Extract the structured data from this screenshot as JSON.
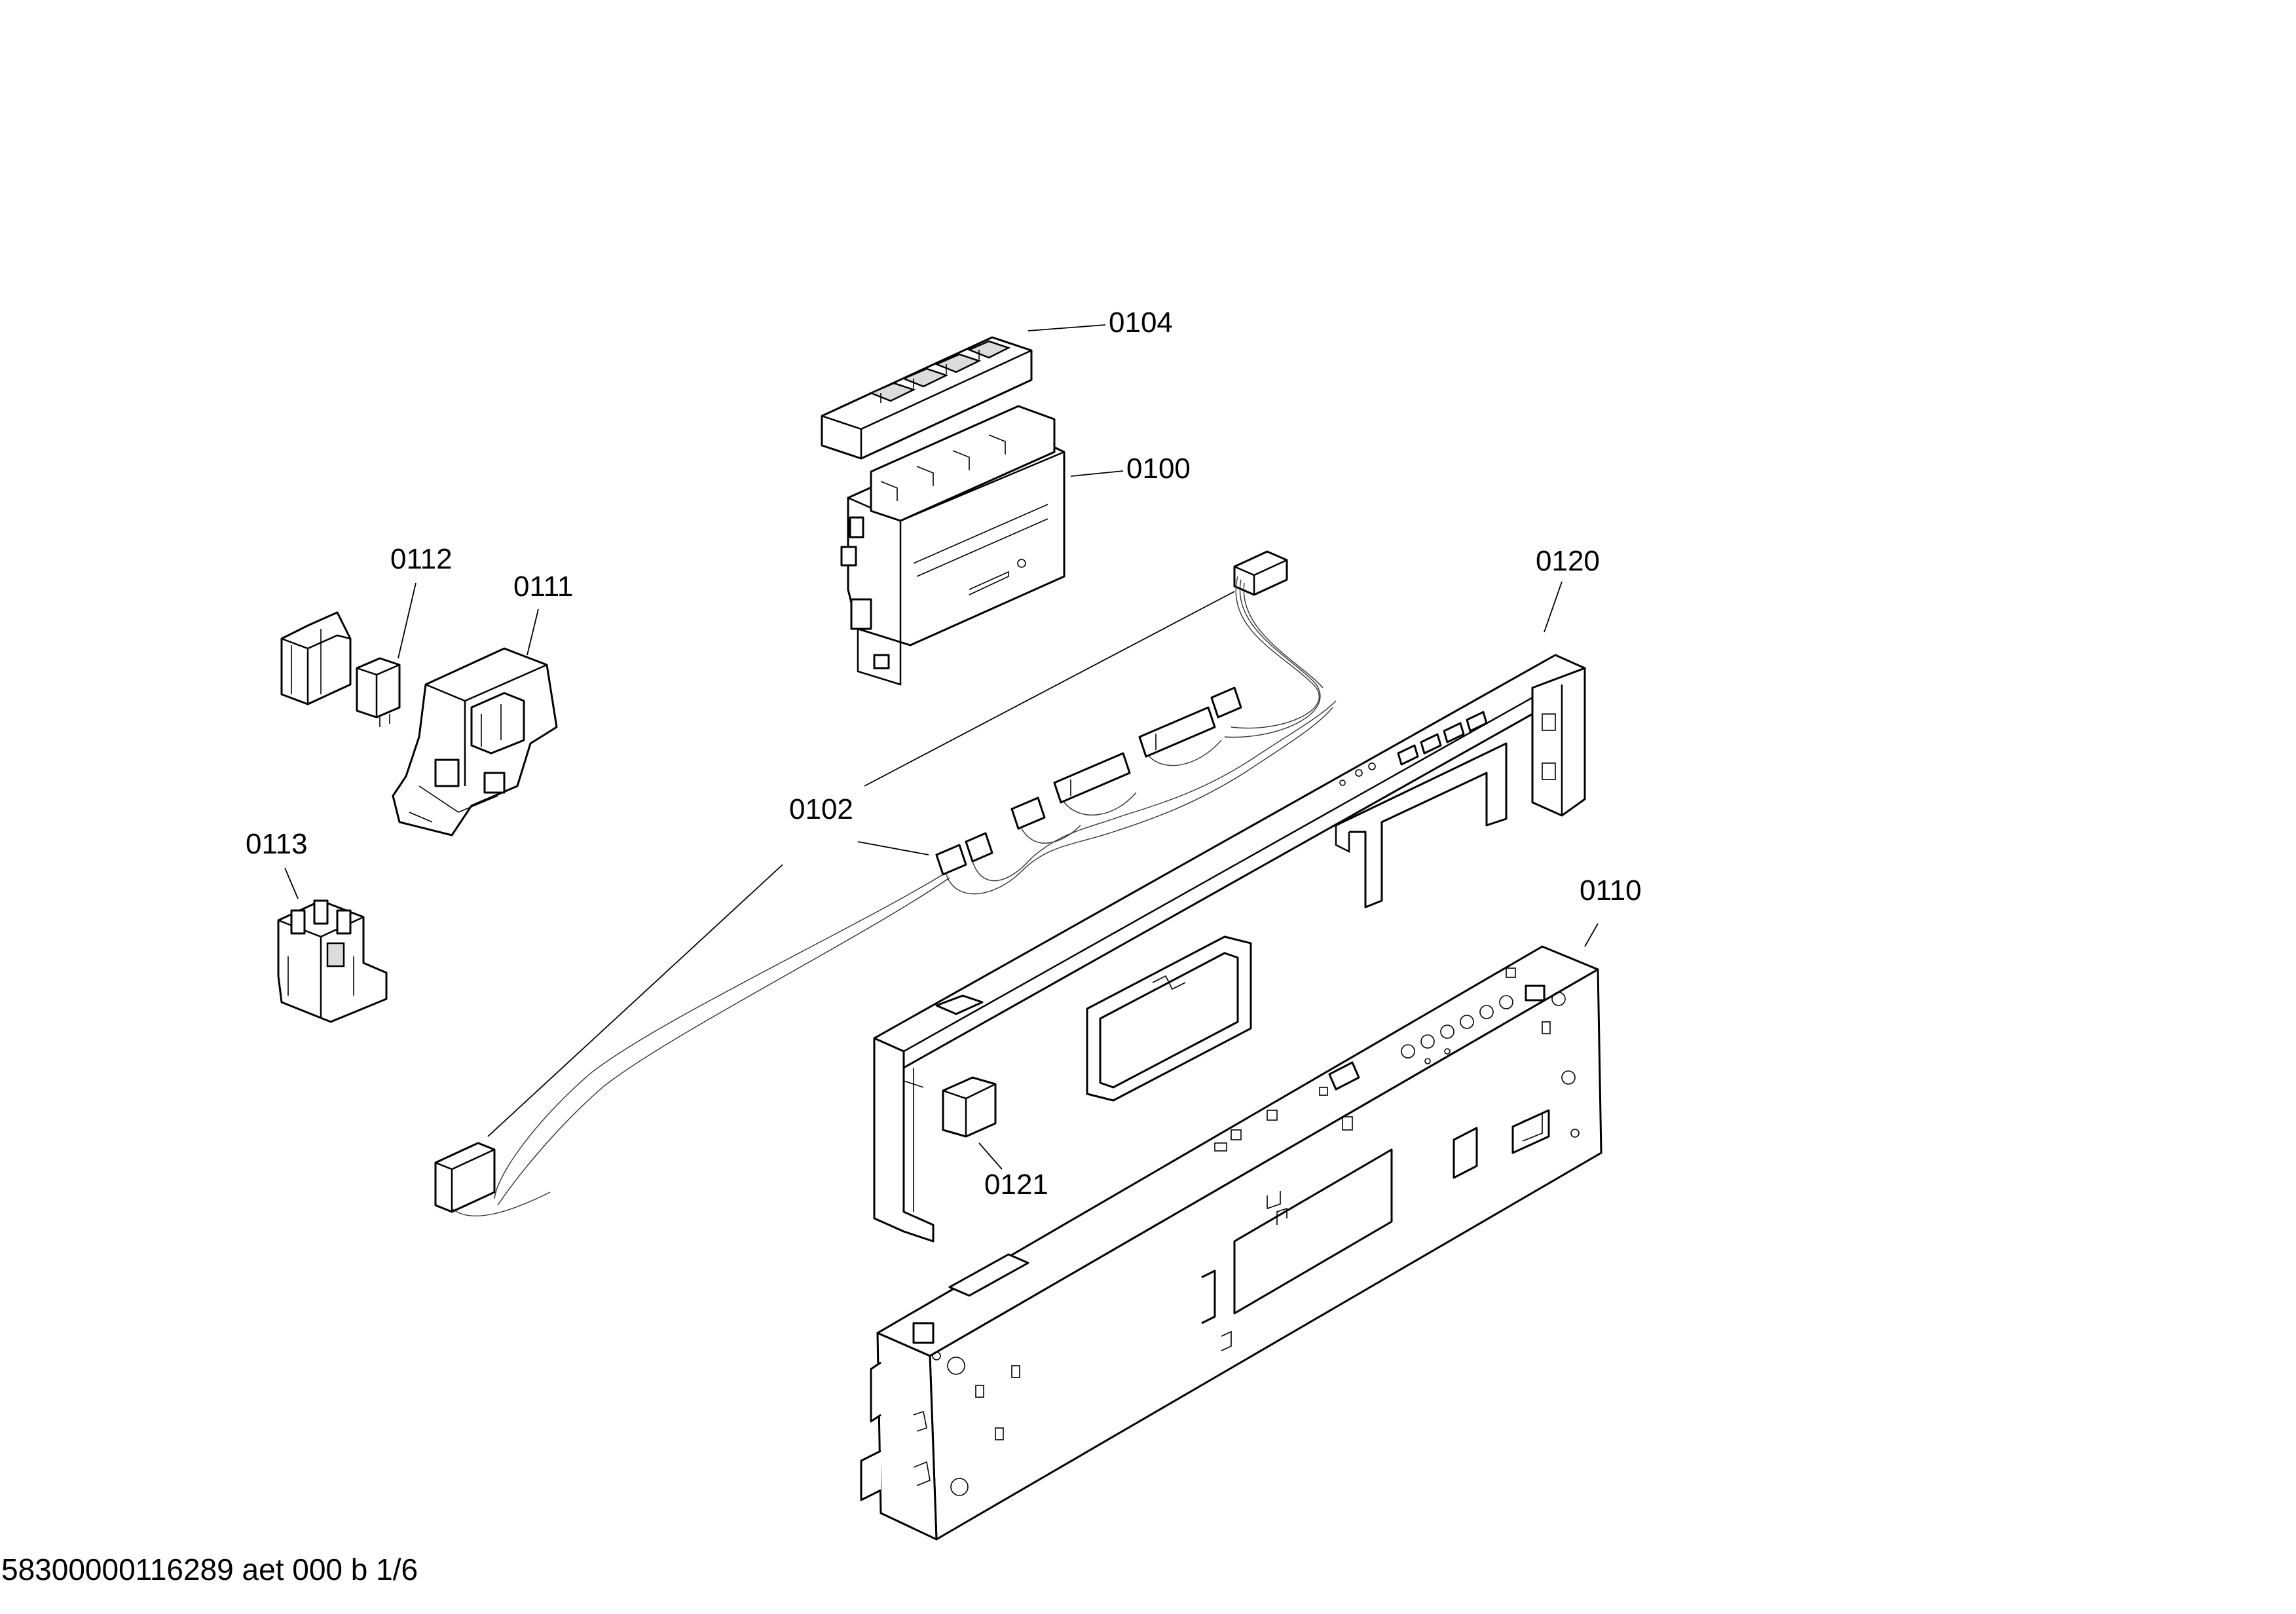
{
  "callouts": {
    "c0104": "0104",
    "c0100": "0100",
    "c0112": "0112",
    "c0111": "0111",
    "c0120": "0120",
    "c0102": "0102",
    "c0113": "0113",
    "c0110": "0110",
    "c0121": "0121"
  },
  "footer": {
    "doc_id": "58300000116289 aet 000 b 1/6"
  }
}
